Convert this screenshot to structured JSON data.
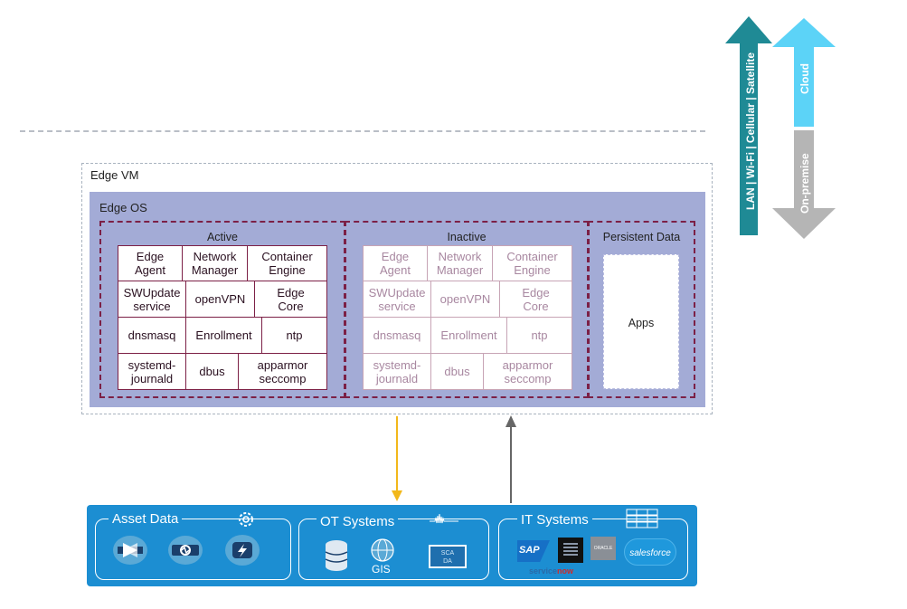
{
  "connectivity": {
    "network_label": "LAN | Wi-Fi | Cellular | Satellite",
    "cloud_label": "Cloud",
    "onprem_label": "On-premise",
    "colors": {
      "network": "#1f8a95",
      "cloud": "#5cd3f7",
      "onprem": "#b5b5b5"
    }
  },
  "edge_vm": {
    "label": "Edge VM"
  },
  "edge_os": {
    "label": "Edge OS"
  },
  "active": {
    "title": "Active",
    "rows": [
      [
        "Edge\nAgent",
        "Network\nManager",
        "Container\nEngine"
      ],
      [
        "SWUpdate\nservice",
        "openVPN",
        "Edge\nCore"
      ],
      [
        "dnsmasq",
        "Enrollment",
        "ntp"
      ],
      [
        "systemd-\njournald",
        "dbus",
        "apparmor\nseccomp"
      ]
    ]
  },
  "inactive": {
    "title": "Inactive",
    "rows": [
      [
        "Edge\nAgent",
        "Network\nManager",
        "Container\nEngine"
      ],
      [
        "SWUpdate\nservice",
        "openVPN",
        "Edge\nCore"
      ],
      [
        "dnsmasq",
        "Enrollment",
        "ntp"
      ],
      [
        "systemd-\njournald",
        "dbus",
        "apparmor\nseccomp"
      ]
    ]
  },
  "persistent": {
    "title": "Persistent Data",
    "apps_label": "Apps"
  },
  "sources": {
    "asset_data": {
      "title": "Asset Data",
      "icons": [
        "gear-icon",
        "flow-meter-icon",
        "sensor-icon",
        "charging-icon"
      ]
    },
    "ot_systems": {
      "title": "OT Systems",
      "gis_label": "GIS",
      "scada_line1": "SCA",
      "scada_line2": "DA",
      "icons": [
        "waveform-icon",
        "database-icon",
        "gis-globe-icon",
        "scada-icon"
      ]
    },
    "it_systems": {
      "title": "IT Systems",
      "sap_label": "SAP",
      "oracle_label": "ORACLE",
      "salesforce_label": "salesforce",
      "servicenow_label1": "service",
      "servicenow_label2": "now",
      "icons": [
        "server-rack-icon",
        "sap-logo-icon",
        "ibm-logo-icon",
        "oracle-logo-icon",
        "salesforce-logo-icon",
        "servicenow-logo-icon"
      ]
    }
  },
  "colors": {
    "edge_os_bg": "#a3abd6",
    "pane_border": "#7c2046",
    "bottom_bar": "#1c8ed2",
    "down_arrow": "#f2b81b",
    "up_arrow": "#666666"
  }
}
